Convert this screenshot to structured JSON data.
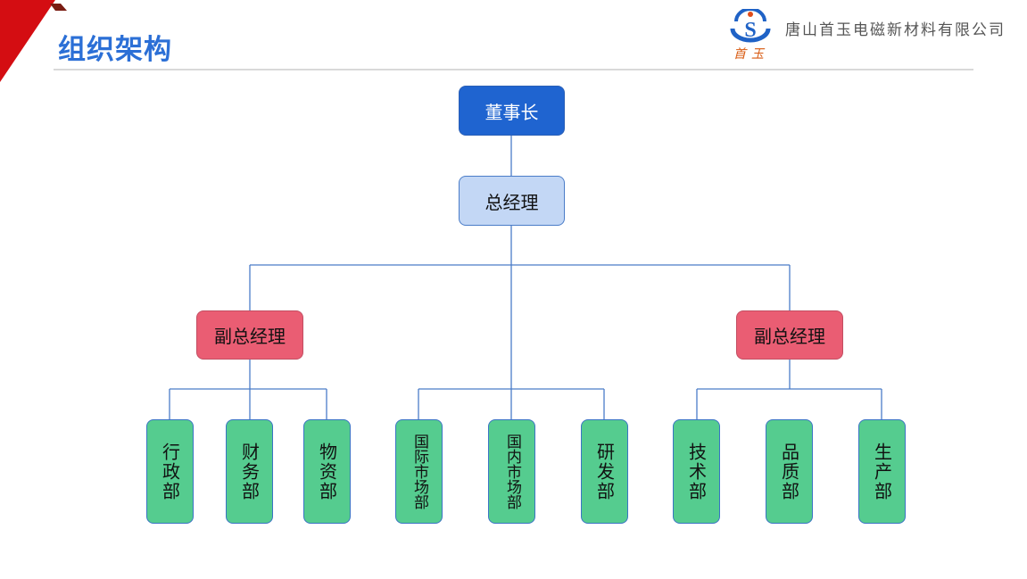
{
  "slide": {
    "title": "组织架构",
    "company": "唐山首玉电磁新材料有限公司",
    "logo_text": "首玉"
  },
  "colors": {
    "accent": "#2b6fd6",
    "corner_red": "#d40d12",
    "chairman": "#1f64d0",
    "general_manager": "#c3d7f5",
    "vice_manager": "#ea5d73",
    "department": "#55cc8f",
    "connector": "#4a7cc8"
  },
  "org": {
    "chairman": "董事长",
    "general_manager": "总经理",
    "vice_left": "副总经理",
    "vice_right": "副总经理",
    "departments": {
      "admin": "行政部",
      "finance": "财务部",
      "materials": "物资部",
      "intl_market": "国际市场部",
      "domestic_market": "国内市场部",
      "rnd": "研发部",
      "tech": "技术部",
      "quality": "品质部",
      "production": "生产部"
    }
  }
}
